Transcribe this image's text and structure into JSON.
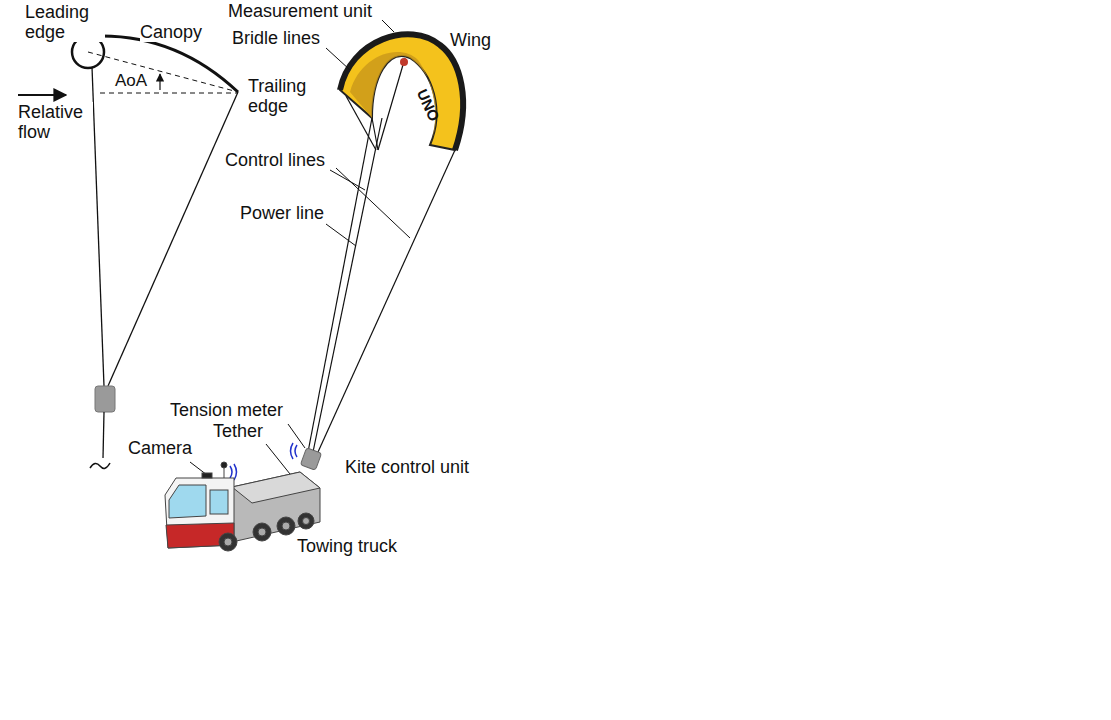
{
  "diagram": {
    "labels": [
      "Leading edge",
      "Canopy",
      "AoA",
      "Relative flow",
      "Trailing edge",
      "Measurement unit",
      "Bridle lines",
      "Wing",
      "UNO",
      "Control lines",
      "Power line",
      "Tension meter",
      "Tether",
      "Camera",
      "Kite control unit",
      "Towing truck"
    ]
  }
}
